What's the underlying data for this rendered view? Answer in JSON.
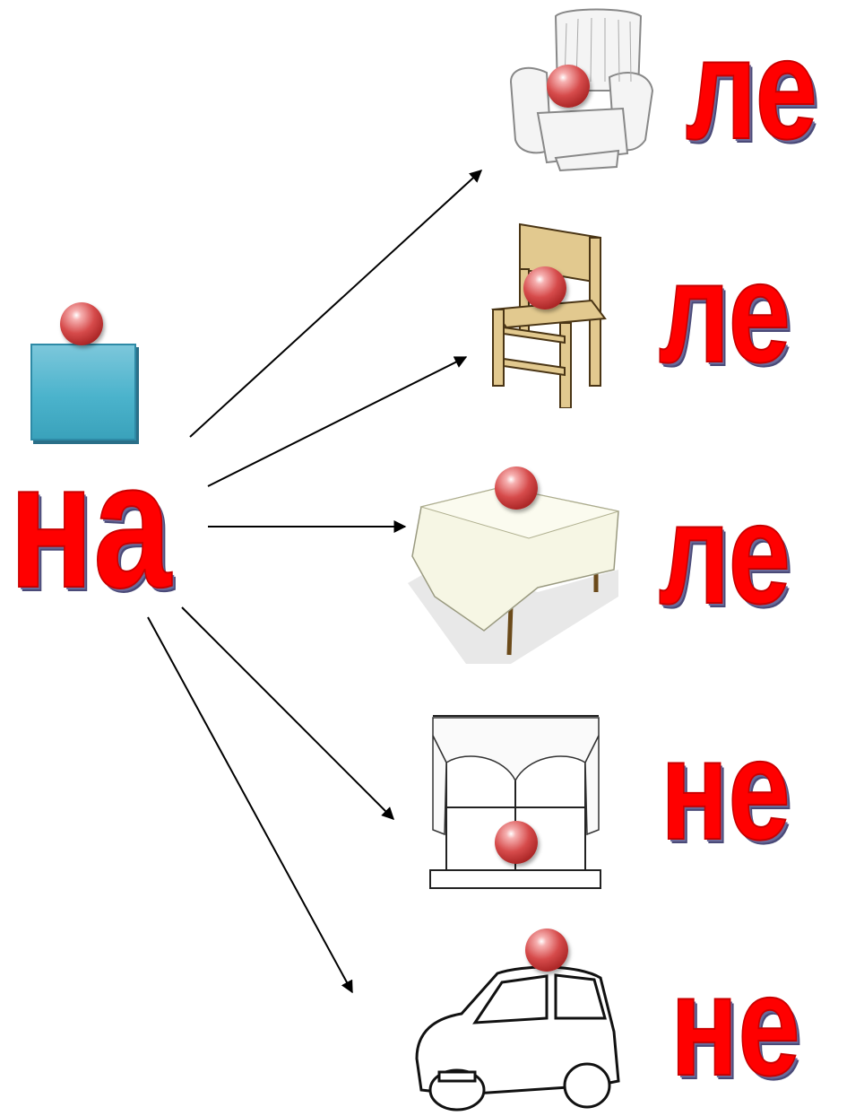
{
  "source_syllable": "на",
  "target_syllables": [
    "ле",
    "ле",
    "ле",
    "не",
    "не"
  ],
  "pictures": [
    "armchair-icon",
    "chair-icon",
    "table-with-tablecloth-icon",
    "window-with-curtains-icon",
    "car-icon"
  ],
  "colors": {
    "syllable_fill": "#ff0000",
    "syllable_shadow": "#4a4a78",
    "marker_ball": "#d64b4b",
    "square": "#4bb3cc",
    "arrow": "#000000"
  }
}
